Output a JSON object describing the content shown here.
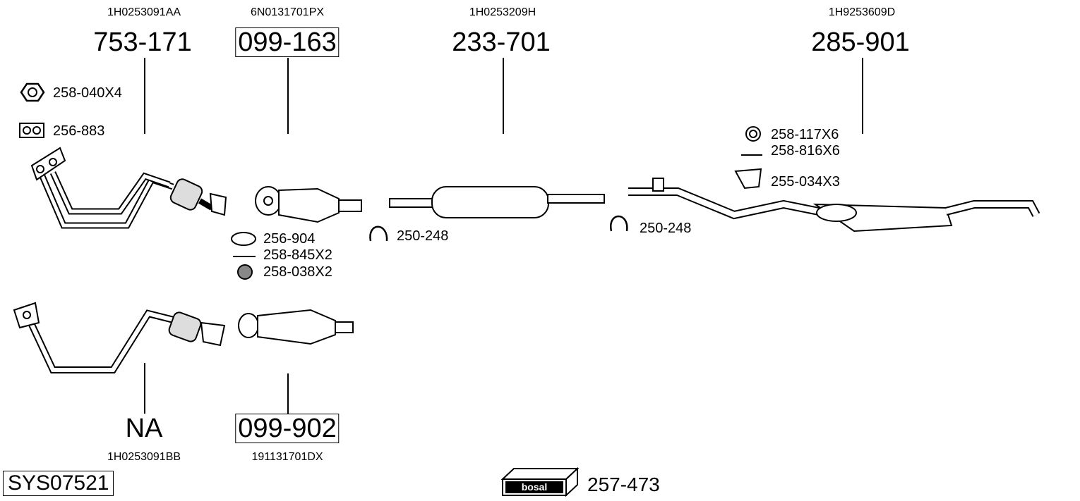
{
  "parts": [
    {
      "oe": "1H0253091AA",
      "number": "753-171",
      "boxed": false
    },
    {
      "oe": "6N0131701PX",
      "number": "099-163",
      "boxed": true
    },
    {
      "oe": "1H0253209H",
      "number": "233-701",
      "boxed": false
    },
    {
      "oe": "1H9253609D",
      "number": "285-901",
      "boxed": false
    },
    {
      "oe": "1H0253091BB",
      "number": "NA",
      "boxed": false
    },
    {
      "oe": "191131701DX",
      "number": "099-902",
      "boxed": true
    }
  ],
  "accessories": [
    {
      "number": "258-040X4",
      "icon": "hex-nut-icon"
    },
    {
      "number": "256-883",
      "icon": "gasket-icon"
    },
    {
      "number": "256-904",
      "icon": "ring-gasket-icon"
    },
    {
      "number": "258-845X2",
      "icon": "bolt-icon"
    },
    {
      "number": "258-038X2",
      "icon": "flange-nut-icon"
    },
    {
      "number": "250-248",
      "icon": "clamp-icon"
    },
    {
      "number": "250-248",
      "icon": "clamp-icon"
    },
    {
      "number": "258-117X6",
      "icon": "ring-icon"
    },
    {
      "number": "258-816X6",
      "icon": "bolt-icon"
    },
    {
      "number": "255-034X3",
      "icon": "rubber-mount-icon"
    }
  ],
  "system_code": "SYS07521",
  "kit": {
    "brand": "bosal",
    "number": "257-473"
  }
}
